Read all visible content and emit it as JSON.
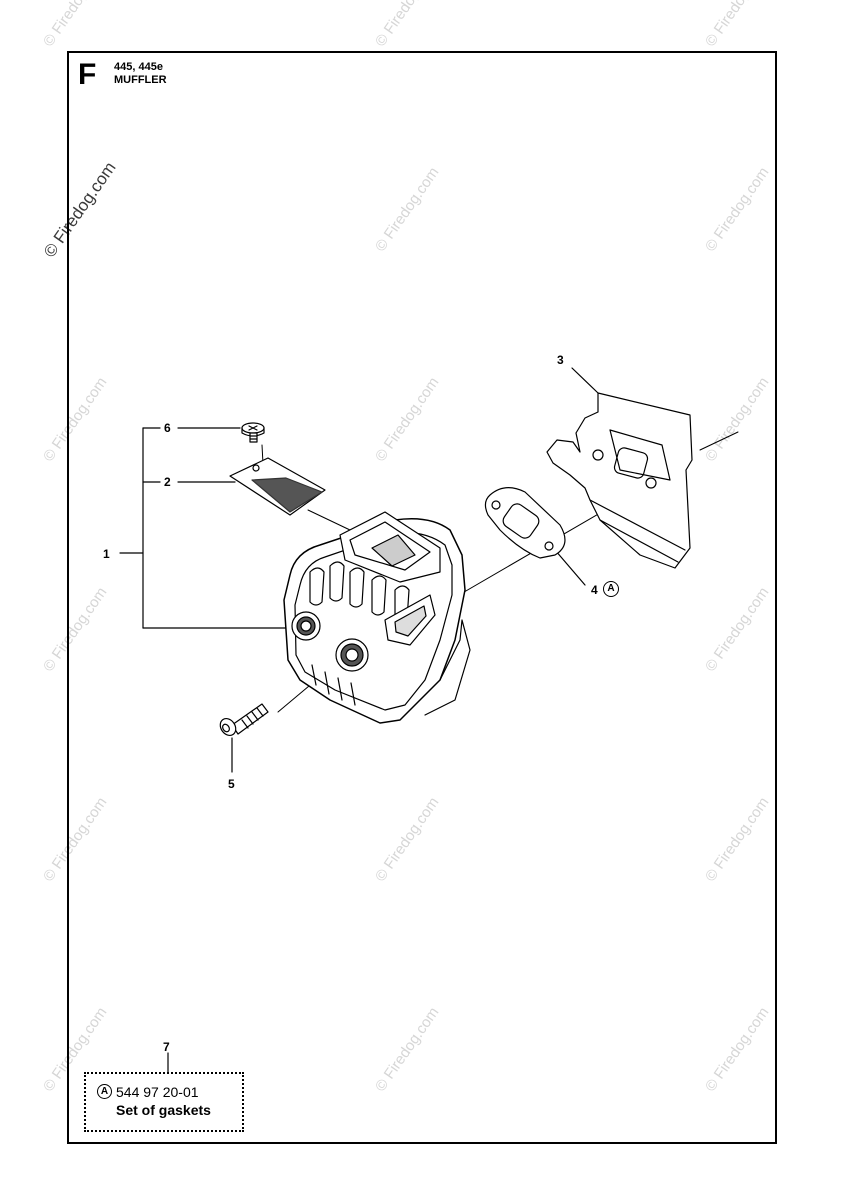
{
  "header": {
    "section_letter": "F",
    "model": "445, 445e",
    "title": "MUFFLER"
  },
  "watermark": "© Firedog.com",
  "callouts": {
    "c1": "1",
    "c2": "2",
    "c3": "3",
    "c4": "4",
    "c5": "5",
    "c6": "6",
    "c7": "7"
  },
  "kit_marker": "A",
  "note": {
    "marker": "A",
    "part_number": "544 97 20-01",
    "description": "Set of gaskets"
  }
}
